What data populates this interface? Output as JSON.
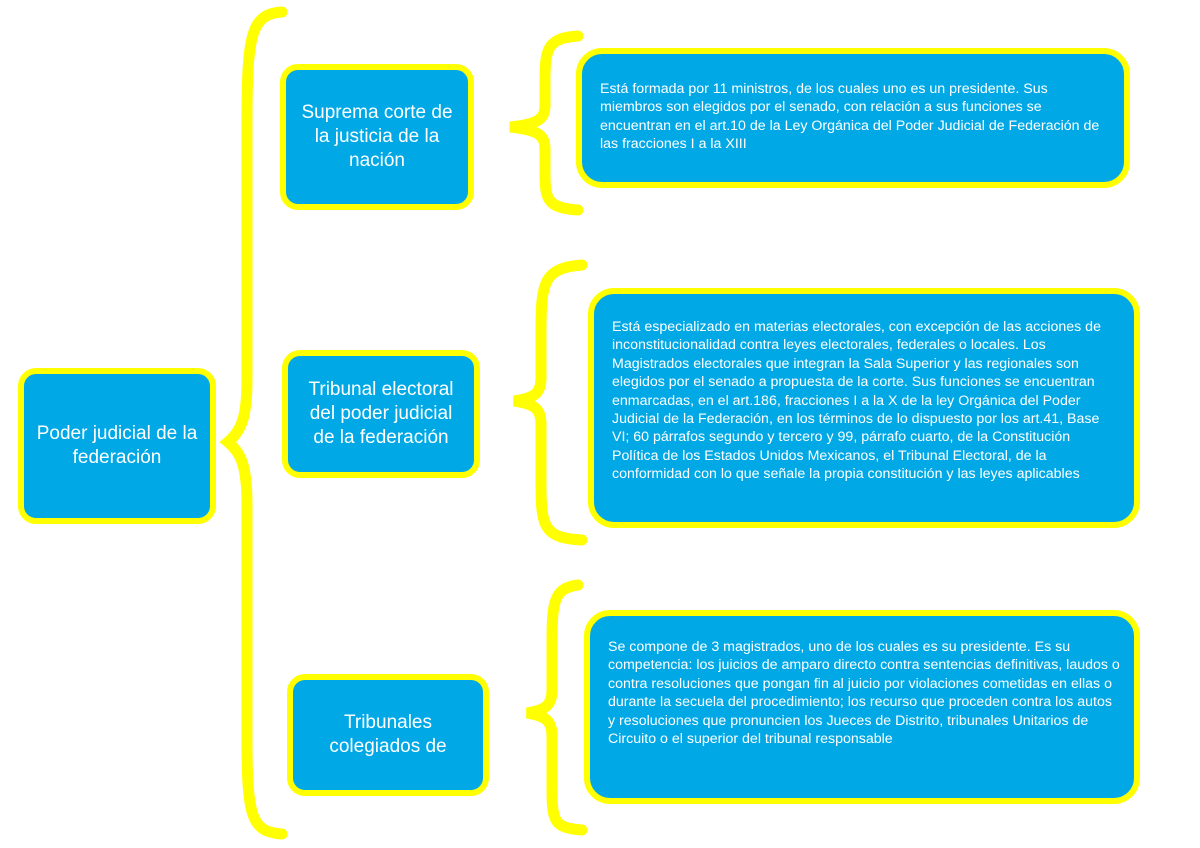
{
  "root": {
    "label": "Poder judicial de la federación"
  },
  "branches": [
    {
      "title": "Suprema corte de la justicia de la nación",
      "description": "Está formada por 11 ministros, de los cuales uno es un presidente. Sus miembros son elegidos por el senado, con relación a sus funciones se encuentran en el art.10 de la Ley Orgánica del Poder Judicial de Federación de las fracciones I a la XIII"
    },
    {
      "title": "Tribunal electoral del poder judicial de la federación",
      "description": "Está especializado en materias electorales, con excepción de las acciones de inconstitucionalidad contra leyes electorales, federales o locales. Los Magistrados electorales que integran la Sala Superior y las regionales son elegidos por el senado a propuesta de la corte. Sus funciones se encuentran enmarcadas, en el art.186, fracciones I a la X de la ley Orgánica del Poder Judicial de la Federación, en los términos de lo dispuesto por los art.41, Base VI; 60 párrafos segundo y tercero y 99, párrafo cuarto, de la Constitución Política de los Estados Unidos Mexicanos, el Tribunal Electoral, de la conformidad con lo que señale la propia constitución y las leyes aplicables"
    },
    {
      "title": "Tribunales colegiados de",
      "description": "Se compone de 3 magistrados, uno de los cuales es su presidente. Es su competencia: los juicios de amparo directo contra sentencias definitivas, laudos o contra resoluciones que pongan fin al juicio por violaciones cometidas en ellas o durante la secuela del procedimiento; los recurso que proceden contra los autos y resoluciones que pronuncien los Jueces de Distrito, tribunales Unitarios de Circuito o el superior del tribunal responsable"
    }
  ],
  "colors": {
    "box_fill": "#00a9e6",
    "box_border": "#ffff00",
    "bracket": "#ffff00",
    "text": "#ffffff"
  }
}
